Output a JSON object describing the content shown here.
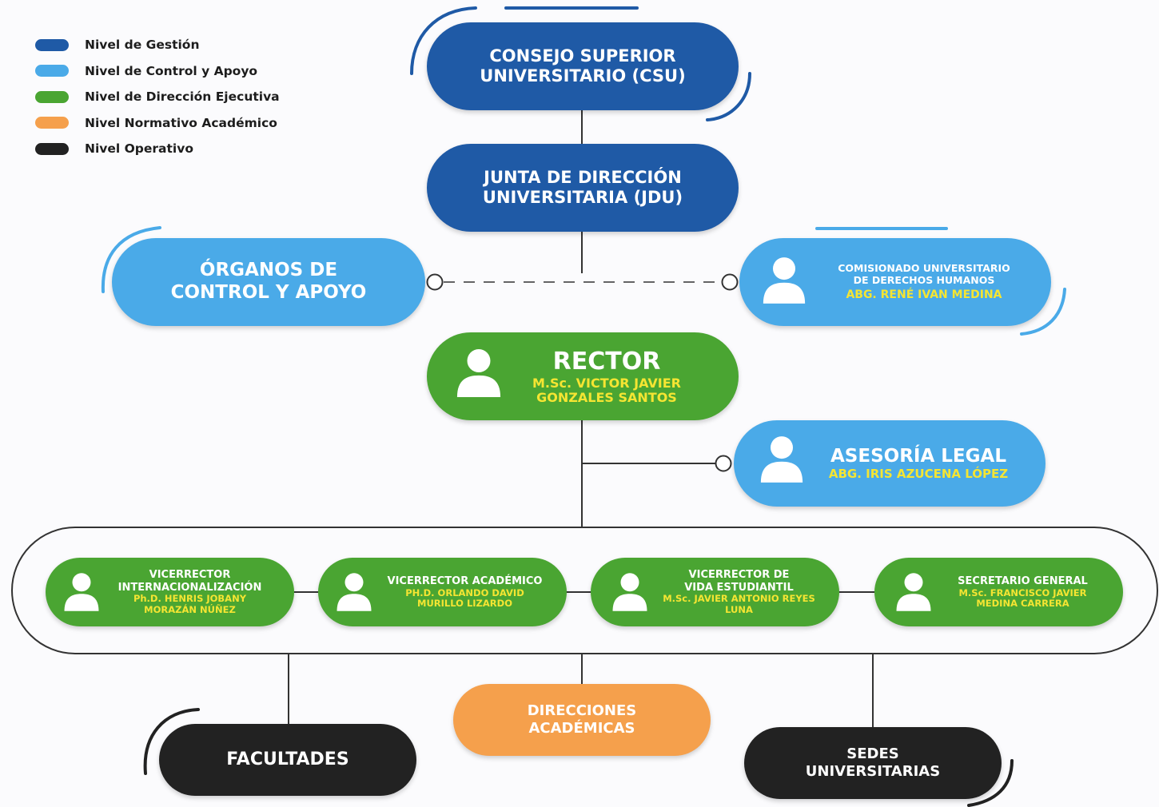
{
  "legend": [
    {
      "label": "Nivel de Gestión",
      "color": "#1f5aa6"
    },
    {
      "label": "Nivel de Control y Apoyo",
      "color": "#4aaae8"
    },
    {
      "label": "Nivel de Dirección Ejecutiva",
      "color": "#4aa532"
    },
    {
      "label": "Nivel Normativo Académico",
      "color": "#f5a04c"
    },
    {
      "label": "Nivel Operativo",
      "color": "#222222"
    }
  ],
  "csu": {
    "line1": "CONSEJO SUPERIOR",
    "line2": "UNIVERSITARIO (CSU)"
  },
  "jdu": {
    "line1": "JUNTA DE DIRECCIÓN",
    "line2": "UNIVERSITARIA (JDU)"
  },
  "organos": {
    "line1": "ÓRGANOS DE",
    "line2": "CONTROL Y APOYO"
  },
  "comisionado": {
    "title1": "COMISIONADO UNIVERSITARIO",
    "title2": "DE DERECHOS HUMANOS",
    "name": "ABG. RENÉ IVAN MEDINA"
  },
  "rector": {
    "title": "RECTOR",
    "name1": "M.Sc. VICTOR JAVIER",
    "name2": "GONZALES SANTOS"
  },
  "asesoria": {
    "title": "ASESORÍA LEGAL",
    "name": "ABG. IRIS AZUCENA LÓPEZ"
  },
  "vicerrector_int": {
    "title1": "VICERRECTOR",
    "title2": "INTERNACIONALIZACIÓN",
    "name1": "Ph.D. HENRIS JOBANY",
    "name2": "MORAZÁN NÚÑEZ"
  },
  "vicerrector_acad": {
    "title1": "VICERRECTOR ACADÉMICO",
    "name1": "PH.D. ORLANDO DAVID",
    "name2": "MURILLO LIZARDO"
  },
  "vicerrector_vida": {
    "title1": "VICERRECTOR DE",
    "title2": "VIDA ESTUDIANTIL",
    "name1": "M.Sc. JAVIER ANTONIO REYES",
    "name2": "LUNA"
  },
  "secretario": {
    "title1": "SECRETARIO GENERAL",
    "name1": "M.Sc. FRANCISCO JAVIER",
    "name2": "MEDINA CARRERA"
  },
  "direcciones": {
    "line1": "DIRECCIONES",
    "line2": "ACADÉMICAS"
  },
  "facultades": {
    "line1": "FACULTADES"
  },
  "sedes": {
    "line1": "SEDES",
    "line2": "UNIVERSITARIAS"
  }
}
